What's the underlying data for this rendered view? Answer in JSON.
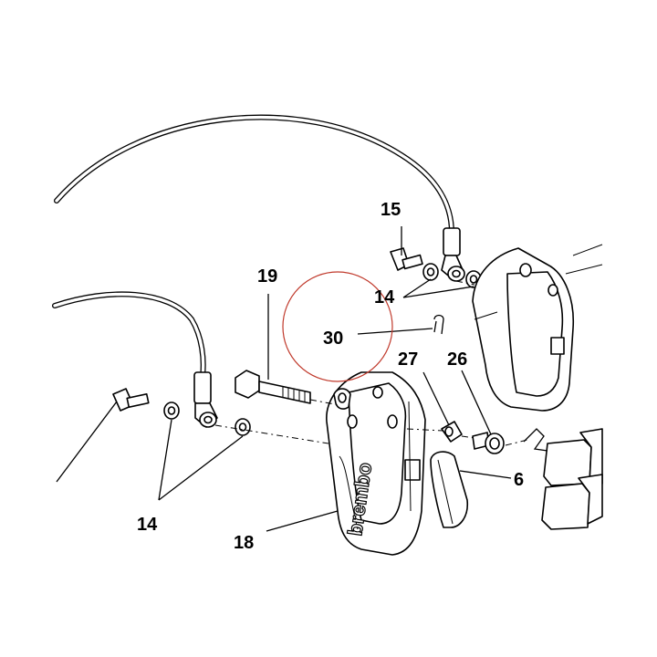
{
  "callouts": {
    "c15": "15",
    "c14_top": "14",
    "c19": "19",
    "c30": "30",
    "c27": "27",
    "c26": "26",
    "c6": "6",
    "c14_bottom": "14",
    "c18": "18"
  },
  "logo_text": "brembo",
  "colors": {
    "line": "#000000",
    "highlight_circle": "#c0392b",
    "background": "#ffffff"
  }
}
